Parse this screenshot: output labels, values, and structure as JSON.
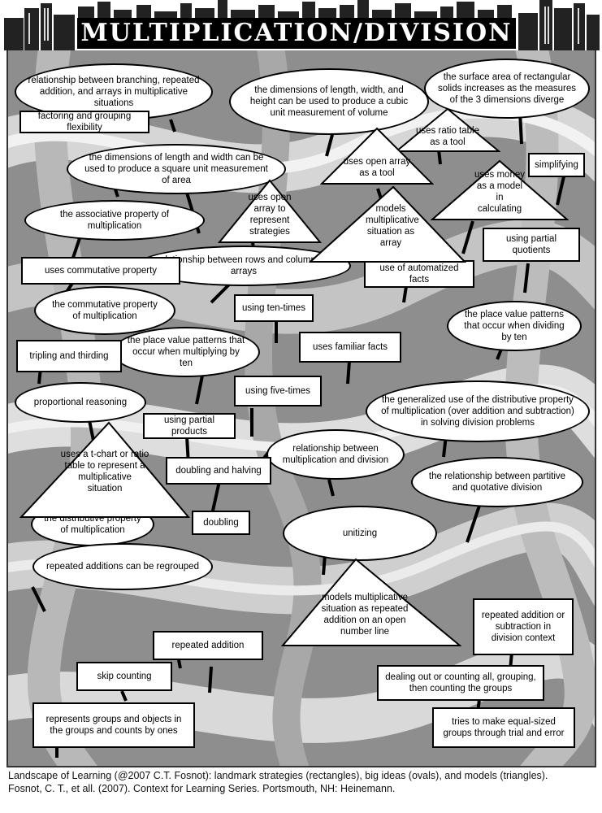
{
  "title": "MULTIPLICATION/DIVISION",
  "ovals": [
    {
      "id": "o1",
      "text": "relationship between branching, repeated addition, and arrays in multiplicative situations"
    },
    {
      "id": "o2",
      "text": "the dimensions of length, width, and height can be used to produce a cubic unit measurement of volume"
    },
    {
      "id": "o3",
      "text": "the surface area of rectangular solids increases as the measures of the 3 dimensions diverge"
    },
    {
      "id": "o4",
      "text": "the dimensions of length and width can be used to produce a square unit measurement of area"
    },
    {
      "id": "o5",
      "text": "the associative property of multiplication"
    },
    {
      "id": "o6",
      "text": "relationship between rows and columns in arrays"
    },
    {
      "id": "o7",
      "text": "the commutative property of multiplication"
    },
    {
      "id": "o8",
      "text": "the place value patterns that occur when dividing by ten"
    },
    {
      "id": "o9",
      "text": "the place value patterns that occur when multiplying by ten"
    },
    {
      "id": "o10",
      "text": "proportional reasoning"
    },
    {
      "id": "o11",
      "text": "the generalized use of the distributive property of multiplication (over addition and subtraction) in solving division problems"
    },
    {
      "id": "o12",
      "text": "relationship between multiplication and division"
    },
    {
      "id": "o13",
      "text": "the relationship between partitive and quotative division"
    },
    {
      "id": "o14",
      "text": "the distributive property of multiplication"
    },
    {
      "id": "o15",
      "text": "unitizing"
    },
    {
      "id": "o16",
      "text": "repeated additions can be regrouped"
    }
  ],
  "rects": [
    {
      "id": "r1",
      "text": "factoring and grouping flexibility"
    },
    {
      "id": "r2",
      "text": "simplifying"
    },
    {
      "id": "r3",
      "text": "using partial quotients"
    },
    {
      "id": "r4",
      "text": "uses commutative property"
    },
    {
      "id": "r5",
      "text": "use of automatized facts"
    },
    {
      "id": "r6",
      "text": "using ten-times"
    },
    {
      "id": "r7",
      "text": "uses familiar facts"
    },
    {
      "id": "r8",
      "text": "tripling and thirding"
    },
    {
      "id": "r9",
      "text": "using five-times"
    },
    {
      "id": "r10",
      "text": "using partial products"
    },
    {
      "id": "r11",
      "text": "doubling and halving"
    },
    {
      "id": "r12",
      "text": "doubling"
    },
    {
      "id": "r13",
      "text": "repeated addition or subtraction in division context"
    },
    {
      "id": "r14",
      "text": "repeated addition"
    },
    {
      "id": "r15",
      "text": "skip counting"
    },
    {
      "id": "r16",
      "text": "dealing out or counting all, grouping, then counting the groups"
    },
    {
      "id": "r17",
      "text": "represents groups and objects in the groups and counts by ones"
    },
    {
      "id": "r18",
      "text": "tries to make equal-sized groups through trial and error"
    }
  ],
  "triangles": [
    {
      "id": "t1",
      "text": "uses ratio table as a tool"
    },
    {
      "id": "t2",
      "text": "uses open array as a tool"
    },
    {
      "id": "t3",
      "text": "uses money as a model in calculating"
    },
    {
      "id": "t4",
      "text": "uses open array to represent strategies"
    },
    {
      "id": "t5",
      "text": "models multiplicative situation as array"
    },
    {
      "id": "t6",
      "text": "uses a t-chart or ratio table to represent a multiplicative situation"
    },
    {
      "id": "t7",
      "text": "models multiplicative situation as repeated addition on an open number line"
    }
  ],
  "caption_line1": "Landscape of Learning (@2007 C.T. Fosnot): landmark strategies (rectangles), big ideas (ovals), and models (triangles).",
  "caption_line2": "Fosnot, C. T., et all. (2007). Context for Learning Series. Portsmouth, NH: Heinemann."
}
